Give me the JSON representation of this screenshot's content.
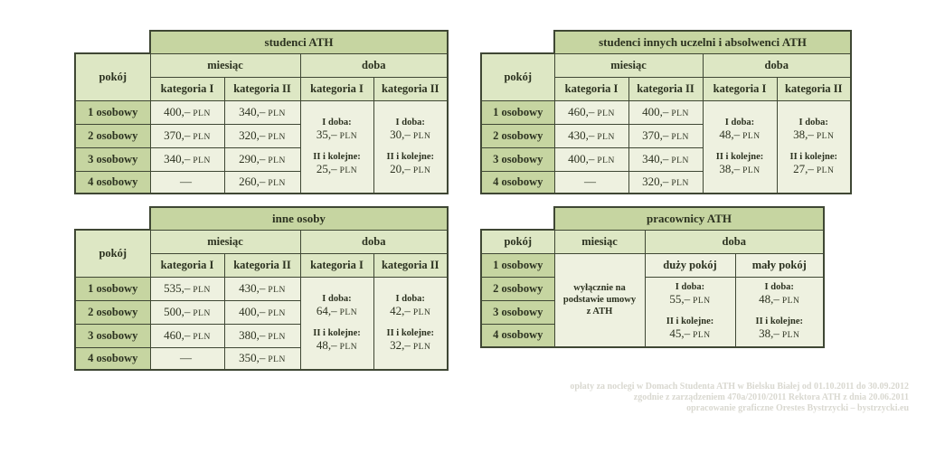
{
  "currency": "PLN",
  "colors": {
    "title_bg": "#c6d5a1",
    "header_bg": "#dde7c4",
    "cell_bg": "#eef1e0",
    "row_label_bg": "#c6d5a1",
    "border": "#3f4734",
    "text": "#2c3220",
    "footer_text": "#d9d8d0"
  },
  "tables": [
    {
      "title": "studenci ATH",
      "col_room": "pokój",
      "col_month": "miesiąc",
      "col_day": "doba",
      "cat1": "kategoria I",
      "cat2": "kategoria II",
      "rows": [
        {
          "label": "1 osobowy",
          "cat1": {
            "v": "400,–",
            "c": "PLN"
          },
          "cat2": {
            "v": "340,–",
            "c": "PLN"
          }
        },
        {
          "label": "2 osobowy",
          "cat1": {
            "v": "370,–",
            "c": "PLN"
          },
          "cat2": {
            "v": "320,–",
            "c": "PLN"
          }
        },
        {
          "label": "3 osobowy",
          "cat1": {
            "v": "340,–",
            "c": "PLN"
          },
          "cat2": {
            "v": "290,–",
            "c": "PLN"
          }
        },
        {
          "label": "4 osobowy",
          "cat1": {
            "v": "—",
            "c": ""
          },
          "cat2": {
            "v": "260,–",
            "c": "PLN"
          }
        }
      ],
      "day_cat1": {
        "first_label": "I doba:",
        "first_price": "35,–",
        "next_label": "II i kolejne:",
        "next_price": "25,–"
      },
      "day_cat2": {
        "first_label": "I doba:",
        "first_price": "30,–",
        "next_label": "II i kolejne:",
        "next_price": "20,–"
      }
    },
    {
      "title": "studenci innych uczelni i absolwenci ATH",
      "col_room": "pokój",
      "col_month": "miesiąc",
      "col_day": "doba",
      "cat1": "kategoria I",
      "cat2": "kategoria II",
      "rows": [
        {
          "label": "1 osobowy",
          "cat1": {
            "v": "460,–",
            "c": "PLN"
          },
          "cat2": {
            "v": "400,–",
            "c": "PLN"
          }
        },
        {
          "label": "2 osobowy",
          "cat1": {
            "v": "430,–",
            "c": "PLN"
          },
          "cat2": {
            "v": "370,–",
            "c": "PLN"
          }
        },
        {
          "label": "3 osobowy",
          "cat1": {
            "v": "400,–",
            "c": "PLN"
          },
          "cat2": {
            "v": "340,–",
            "c": "PLN"
          }
        },
        {
          "label": "4 osobowy",
          "cat1": {
            "v": "—",
            "c": ""
          },
          "cat2": {
            "v": "320,–",
            "c": "PLN"
          }
        }
      ],
      "day_cat1": {
        "first_label": "I doba:",
        "first_price": "48,–",
        "next_label": "II i kolejne:",
        "next_price": "38,–"
      },
      "day_cat2": {
        "first_label": "I doba:",
        "first_price": "38,–",
        "next_label": "II i kolejne:",
        "next_price": "27,–"
      }
    },
    {
      "title": "inne osoby",
      "col_room": "pokój",
      "col_month": "miesiąc",
      "col_day": "doba",
      "cat1": "kategoria I",
      "cat2": "kategoria II",
      "rows": [
        {
          "label": "1 osobowy",
          "cat1": {
            "v": "535,–",
            "c": "PLN"
          },
          "cat2": {
            "v": "430,–",
            "c": "PLN"
          }
        },
        {
          "label": "2 osobowy",
          "cat1": {
            "v": "500,–",
            "c": "PLN"
          },
          "cat2": {
            "v": "400,–",
            "c": "PLN"
          }
        },
        {
          "label": "3 osobowy",
          "cat1": {
            "v": "460,–",
            "c": "PLN"
          },
          "cat2": {
            "v": "380,–",
            "c": "PLN"
          }
        },
        {
          "label": "4 osobowy",
          "cat1": {
            "v": "—",
            "c": ""
          },
          "cat2": {
            "v": "350,–",
            "c": "PLN"
          }
        }
      ],
      "day_cat1": {
        "first_label": "I doba:",
        "first_price": "64,–",
        "next_label": "II i kolejne:",
        "next_price": "48,–"
      },
      "day_cat2": {
        "first_label": "I doba:",
        "first_price": "42,–",
        "next_label": "II i kolejne:",
        "next_price": "32,–"
      }
    },
    {
      "title": "pracownicy ATH",
      "col_room": "pokój",
      "col_month": "miesiąc",
      "col_day": "doba",
      "rows": [
        {
          "label": "1 osobowy"
        },
        {
          "label": "2 osobowy"
        },
        {
          "label": "3 osobowy"
        },
        {
          "label": "4 osobowy"
        }
      ],
      "month_note": "wyłącznie na podstawie umowy z ATH",
      "sub_big": "duży pokój",
      "sub_small": "mały pokój",
      "day_big": {
        "first_label": "I doba:",
        "first_price": "55,–",
        "next_label": "II i kolejne:",
        "next_price": "45,–"
      },
      "day_small": {
        "first_label": "I doba:",
        "first_price": "48,–",
        "next_label": "II i kolejne:",
        "next_price": "38,–"
      }
    }
  ],
  "footer": {
    "lines": [
      "opłaty za noclegi w Domach Studenta ATH w Bielsku Białej od 01.10.2011 do 30.09.2012",
      "zgodnie z zarządzeniem 470a/2010/2011 Rektora ATH z dnia 20.06.2011",
      "opracowanie graficzne Orestes Bystrzycki – bystrzycki.eu"
    ]
  }
}
